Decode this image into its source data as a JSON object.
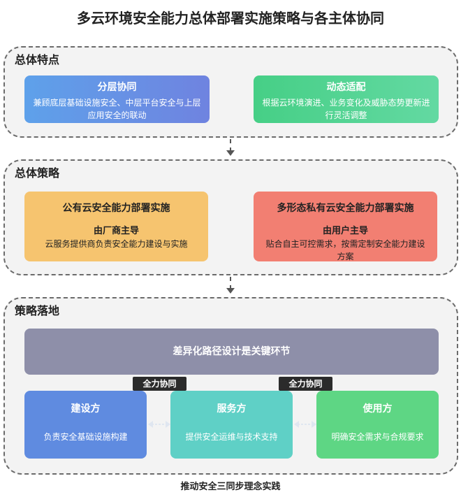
{
  "title": "多云环境安全能力总体部署实施策略与各主体协同",
  "sections": {
    "features": {
      "label": "总体特点",
      "cards": [
        {
          "title": "分层协同",
          "desc": "兼顾底层基础设施安全、中层平台安全与上层应用安全的联动",
          "color": "#5d8fe6"
        },
        {
          "title": "动态适配",
          "desc": "根据云环境演进、业务变化及威胁态势更新进行灵活调整",
          "color": "#4fd08e"
        }
      ]
    },
    "strategy": {
      "label": "总体策略",
      "cards": [
        {
          "title": "公有云安全能力部署实施",
          "lead": "由厂商主导",
          "desc": "云服务提供商负责安全能力建设与实施",
          "color": "#f5c36e"
        },
        {
          "title": "多形态私有云安全能力部署实施",
          "lead": "由用户主导",
          "desc": "贴合自主可控需求，按需定制安全能力建设方案",
          "color": "#f27e72"
        }
      ]
    },
    "landing": {
      "label": "策略落地",
      "banner": "差异化路径设计是关键环节",
      "tags": [
        "全力协同",
        "全力协同"
      ],
      "cards": [
        {
          "title": "建设方",
          "desc": "负责安全基础设施构建",
          "color": "#5f8ae0"
        },
        {
          "title": "服务方",
          "desc": "提供安全运维与技术支持",
          "color": "#5ccfc4"
        },
        {
          "title": "使用方",
          "desc": "明确安全需求与合规要求",
          "color": "#5ed683"
        }
      ]
    }
  },
  "footer": "推动安全三同步理念实践"
}
